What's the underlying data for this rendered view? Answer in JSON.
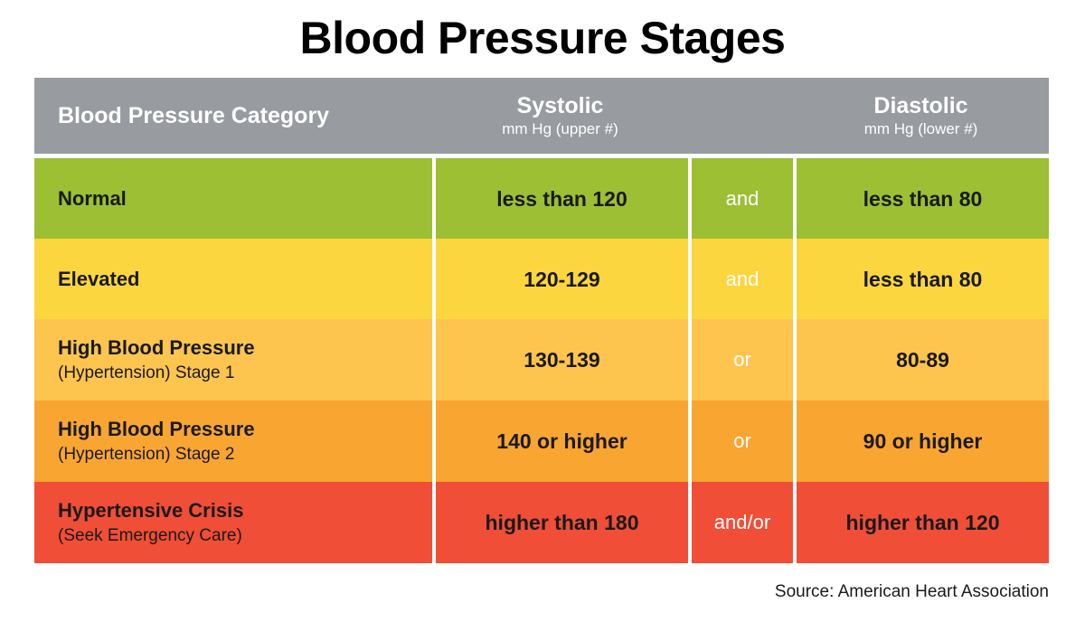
{
  "title": "Blood Pressure Stages",
  "source": "Source: American Heart Association",
  "colors": {
    "header_bg": "#989ba0",
    "normal": "#9cbf34",
    "elevated": "#fcd63e",
    "stage1": "#fdc44e",
    "stage2": "#f9a531",
    "crisis": "#f04e36",
    "divider": "#ffffff",
    "text_dark": "#1a1a1a",
    "text_light": "#ffffff"
  },
  "table": {
    "headers": {
      "category": "Blood Pressure Category",
      "systolic_main": "Systolic",
      "systolic_sub": "mm Hg (upper #)",
      "connector": "",
      "diastolic_main": "Diastolic",
      "diastolic_sub": "mm Hg (lower #)"
    },
    "rows": [
      {
        "category_main": "Normal",
        "category_sub": "",
        "systolic": "less than 120",
        "connector": "and",
        "diastolic": "less than 80",
        "color": "#9cbf34"
      },
      {
        "category_main": "Elevated",
        "category_sub": "",
        "systolic": "120-129",
        "connector": "and",
        "diastolic": "less than 80",
        "color": "#fcd63e"
      },
      {
        "category_main": "High Blood Pressure",
        "category_sub": "(Hypertension) Stage 1",
        "systolic": "130-139",
        "connector": "or",
        "diastolic": "80-89",
        "color": "#fdc44e"
      },
      {
        "category_main": "High Blood Pressure",
        "category_sub": "(Hypertension) Stage 2",
        "systolic": "140 or higher",
        "connector": "or",
        "diastolic": "90 or higher",
        "color": "#f9a531"
      },
      {
        "category_main": "Hypertensive Crisis",
        "category_sub": "(Seek Emergency Care)",
        "systolic": "higher than 180",
        "connector": "and/or",
        "diastolic": "higher than 120",
        "color": "#f04e36"
      }
    ]
  }
}
